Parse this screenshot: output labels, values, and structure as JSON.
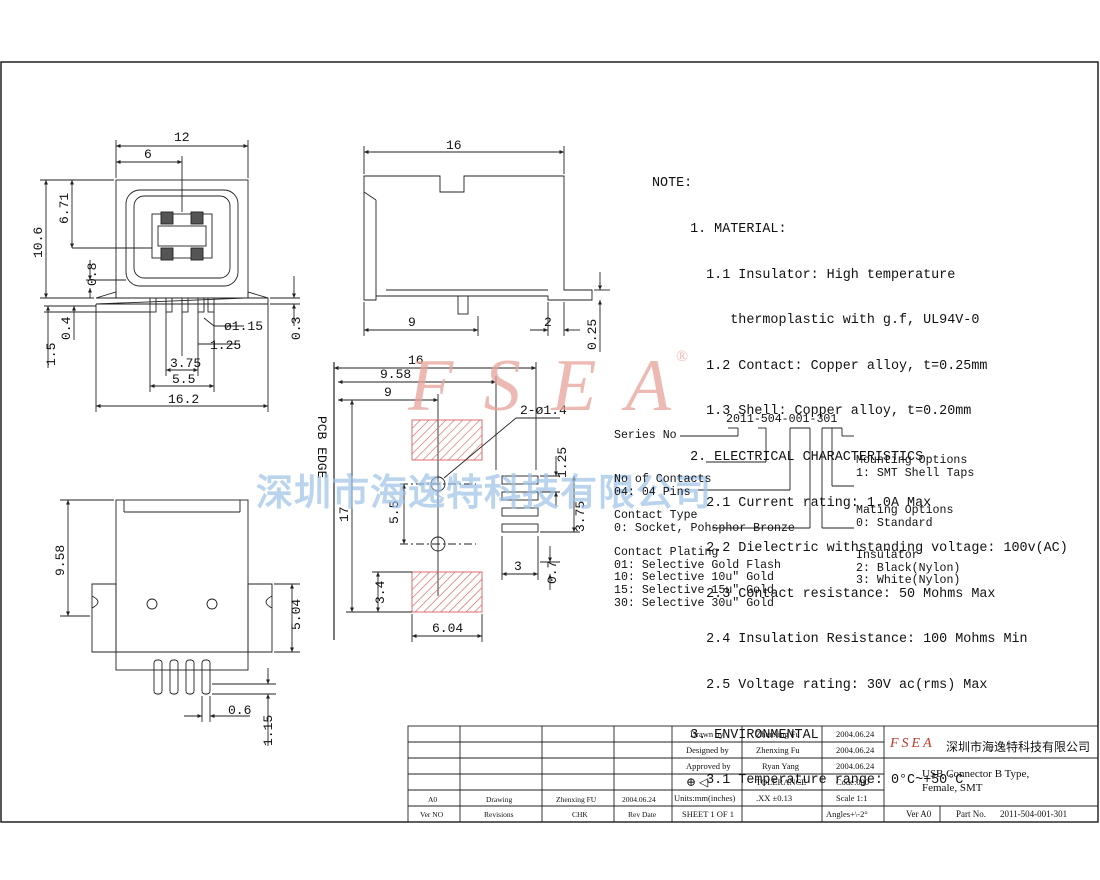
{
  "watermark": {
    "brand": "F S E A",
    "registered": "®",
    "company_cn": "深圳市海逸特科技有限公司"
  },
  "top_view": {
    "dims": [
      "12",
      "6",
      "6.71",
      "10.6",
      "0.8",
      "0.4",
      "1.5",
      "ø1.15",
      "0.3",
      "1.25",
      "3.75",
      "5.5",
      "16.2"
    ]
  },
  "side_view": {
    "dims": [
      "16",
      "9",
      "2",
      "0.25"
    ]
  },
  "footprint": {
    "dims": [
      "16",
      "9.58",
      "9",
      "2-ø1.4",
      "1.25",
      "5.5",
      "3.75",
      "17",
      "3.4",
      "3",
      "0.7",
      "6.04"
    ],
    "edge_label": "PCB EDGE"
  },
  "bottom_view": {
    "dims": [
      "9.58",
      "5.04",
      "0.6",
      "1.15"
    ]
  },
  "notes": {
    "heading": "NOTE:",
    "lines": [
      "  1. MATERIAL:",
      "    1.1 Insulator: High temperature",
      "       thermoplastic with g.f, UL94V-0",
      "    1.2 Contact: Copper alloy, t=0.25mm",
      "    1.3 Shell: Copper alloy, t=0.20mm",
      "  2. ELECTRICAL CHARACTERISTICS",
      "    2.1 Current rating: 1.0A Max",
      "    2.2 Dielectric withstanding voltage: 100v(AC)",
      "    2.3 Contact resistance: 50 Mohms Max",
      "    2.4 Insulation Resistance: 100 Mohms Min",
      "    2.5 Voltage rating: 30V ac(rms) Max",
      "  3. ENVIRONMENTAL",
      "    3.1 Temperature range: 0°C~+50°C"
    ]
  },
  "part_code": {
    "code": "2011-504-001-301",
    "series_no": "Series No",
    "contacts": [
      "No of Contacts",
      "04: 04 Pins"
    ],
    "contact_type": [
      "Contact Type",
      "0: Socket, Pohsphor Bronze"
    ],
    "plating": [
      "Contact Plating",
      "01: Selective Gold Flash",
      "10: Selective 10u\" Gold",
      "15: Selective 15u\" Gold",
      "30: Selective 30u\" Gold"
    ],
    "mounting": [
      "Mounting Options",
      "1: SMT Shell Taps"
    ],
    "mating": [
      "Mating Options",
      "0: Standard"
    ],
    "insulator": [
      "Insulator",
      "2: Black(Nylon)",
      "3: White(Nylon)"
    ]
  },
  "title_block": {
    "drawn_by_label": "Drawn   by",
    "drawn_by": "Zhenxing Fu",
    "drawn_date": "2004.06.24",
    "designed_by_label": "Designed by",
    "designed_by": "Zhenxing Fu",
    "designed_date": "2004.06.24",
    "approved_by_label": "Approved by",
    "approved_by": "Ryan Yang",
    "approved_date": "2004.06.24",
    "tolerance_label": "TOLERANCE",
    "code_label": "Code:000",
    "units_label": "Units:mm(inches)",
    "tolerance_value": ".XX  ±0.13",
    "scale_label": "Scale 1:1",
    "sheet_label": "SHEET 1 OF 1",
    "angles_label": "Angles+\\-2°",
    "logo_text": "FSEA",
    "company_cn": "深圳市海逸特科技有限公司",
    "title_line1": "USB Connector B Type,",
    "title_line2": "Female, SMT",
    "ver_label": "Ver A0",
    "part_no_label": "Part No.",
    "part_no": "2011-504-001-301",
    "rev_row": [
      "A0",
      "Drawing",
      "Zhenxing FU",
      "2004.06.24"
    ],
    "rev_headers": [
      "Ver NO",
      "Revisions",
      "CHK",
      "Rev Date"
    ]
  }
}
